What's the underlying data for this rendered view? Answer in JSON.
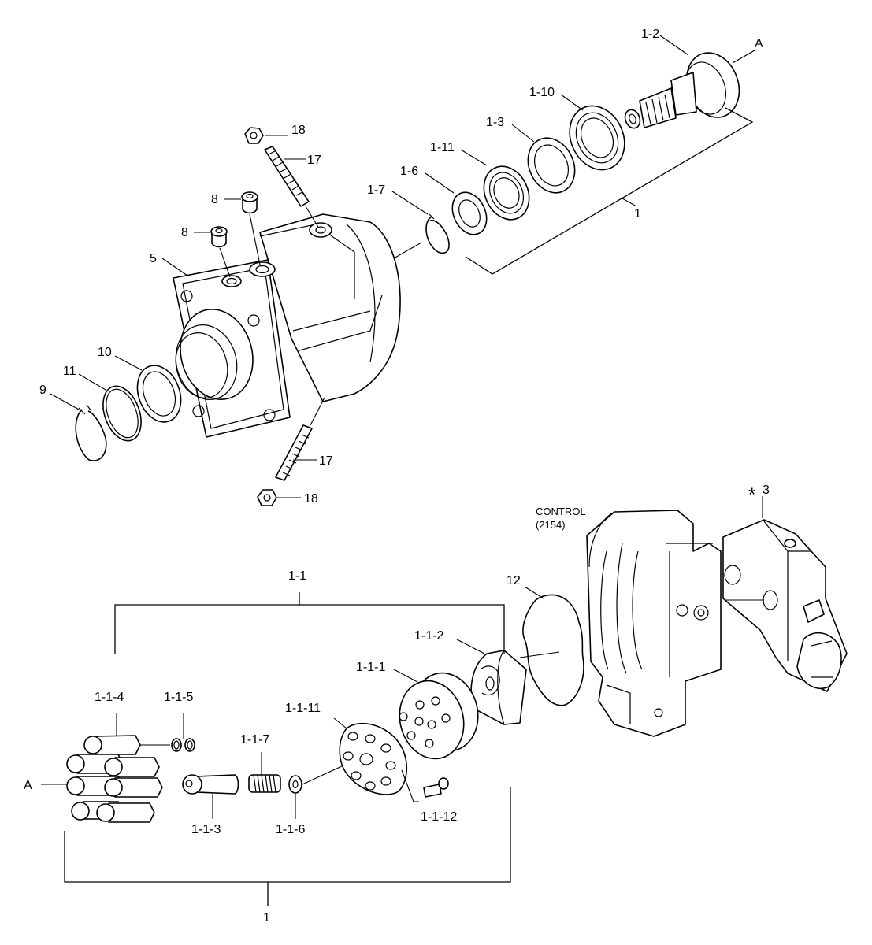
{
  "labels": {
    "l1_2": "1-2",
    "A_top": "A",
    "l1_10": "1-10",
    "l1_3": "1-3",
    "l1_11": "1-11",
    "l1_6": "1-6",
    "l1_7": "1-7",
    "l1_top": "1",
    "l18_top": "18",
    "l17_top": "17",
    "l8_a": "8",
    "l8_b": "8",
    "l5": "5",
    "l10": "10",
    "l11": "11",
    "l9": "9",
    "l17_bot": "17",
    "l18_bot": "18",
    "control": "CONTROL",
    "control_num": "(2154)",
    "l3": "3",
    "star": "*",
    "l1_1": "1-1",
    "l12": "12",
    "l1_1_2": "1-1-2",
    "l1_1_1": "1-1-1",
    "l1_1_4": "1-1-4",
    "l1_1_5": "1-1-5",
    "l1_1_11": "1-1-11",
    "l1_1_7": "1-1-7",
    "A_bot": "A",
    "l1_1_3": "1-1-3",
    "l1_1_6": "1-1-6",
    "l1_1_12": "1-1-12",
    "l1_bot": "1"
  }
}
